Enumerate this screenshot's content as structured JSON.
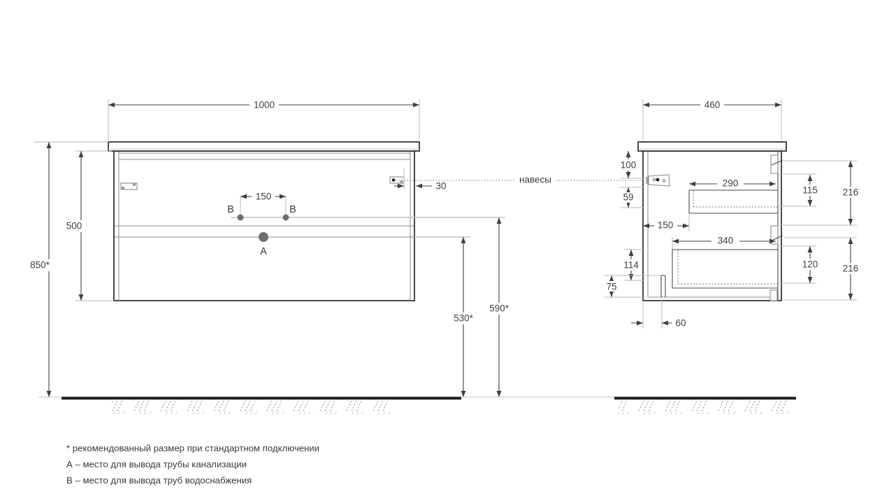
{
  "front_view": {
    "dim_width": "1000",
    "dim_height": "500",
    "dim_mount_height": "850*",
    "dim_b_spacing": "150",
    "dim_hanger_side_offset": "30",
    "dim_a_height": "530*",
    "dim_b_height": "590*",
    "label_a": "A",
    "label_b_left": "B",
    "label_b_right": "B"
  },
  "side_view": {
    "dim_depth": "460",
    "dim_hanger_top": "100",
    "dim_hanger_slot": "59",
    "dim_back_gap": "150",
    "dim_upper_drawer_depth": "290",
    "dim_lower_drawer_depth": "340",
    "dim_upper_drawer_height": "115",
    "dim_upper_front_height": "216",
    "dim_lower_drawer_height": "120",
    "dim_lower_front_height": "216",
    "dim_recess_height": "114",
    "dim_plinth_height": "75",
    "dim_recess_depth": "60"
  },
  "callouts": {
    "hangers_label": "навесы"
  },
  "notes": {
    "recommended": "* рекомендованный размер при стандартном подключении",
    "point_a": "А – место для вывода трубы канализации",
    "point_b": "В – место для вывода труб водоснабжения"
  },
  "colors": {
    "outline": "#2b2b2b",
    "dimension": "#3f3f3f",
    "light_line": "#b8b8b8",
    "point_fill": "#6e6e6e",
    "floor": "#1e1e1e"
  }
}
